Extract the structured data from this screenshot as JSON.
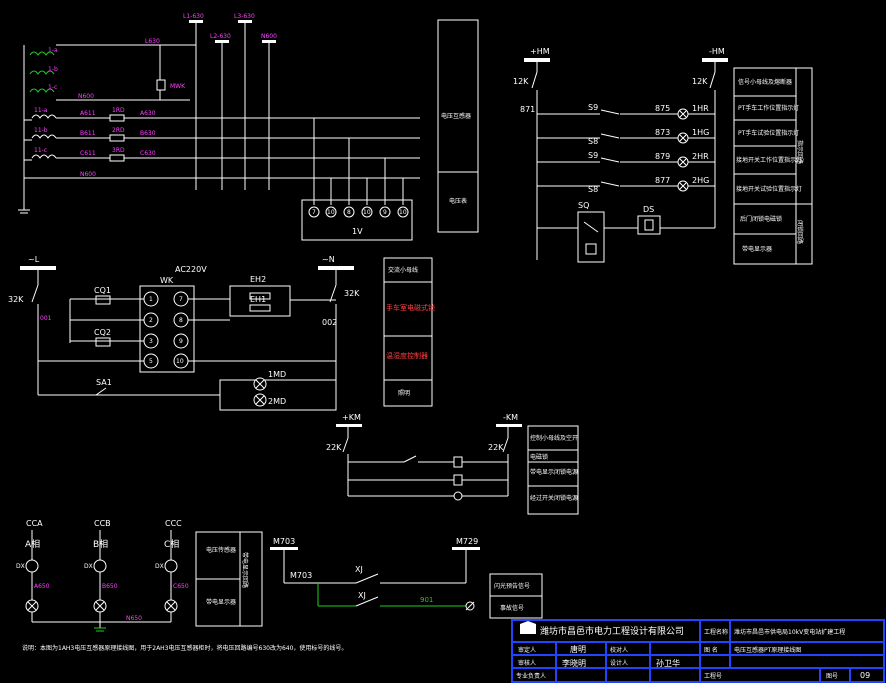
{
  "pt_circuit": {
    "top_labels": [
      "L1-630",
      "L2-630",
      "L3-630",
      "N600"
    ],
    "winding_labels": [
      "1-a",
      "1-b",
      "1-c",
      "11-a",
      "11-b",
      "11-c"
    ],
    "wire_labels": [
      "L630",
      "N600",
      "A611",
      "A630",
      "B611",
      "B630",
      "C611",
      "C630",
      "N600"
    ],
    "fuse_labels": [
      "1RD",
      "2RD",
      "3RD"
    ],
    "relay_label": "MWK",
    "meter_label": "1V",
    "meter_terminals": [
      "7",
      "10",
      "8",
      "10",
      "9",
      "10"
    ],
    "side_box": [
      "电压互感器",
      "电压表"
    ]
  },
  "signal_circuit": {
    "bus_labels": [
      "+HM",
      "-HM"
    ],
    "switch_labels": [
      "12K",
      "12K"
    ],
    "node_labels": [
      "871",
      "875",
      "873",
      "879",
      "877"
    ],
    "contact_labels": [
      "S9",
      "S8",
      "S9",
      "S8",
      "SQ",
      "DS"
    ],
    "lamps": [
      "1HR",
      "1HG",
      "2HR",
      "2HG"
    ],
    "legend": [
      "信号小母线及熔断器",
      "PT手车工作位置指示灯",
      "PT手车试验位置指示灯",
      "接地开关工作位置指示灯",
      "接地开关试验位置指示灯",
      "后门闭锁电磁锁",
      "带电显示器"
    ],
    "legend_side": [
      "指示回路",
      "闭锁回路"
    ]
  },
  "heater_circuit": {
    "bus_labels": [
      "~L",
      "~N"
    ],
    "switch_labels": [
      "32K",
      "32K"
    ],
    "node_labels": [
      "001",
      "002"
    ],
    "supply": "AC220V",
    "terminal_block": "WK",
    "terminals": [
      "1",
      "2",
      "3",
      "5",
      "7",
      "8",
      "9",
      "10"
    ],
    "sensors": [
      "CQ1",
      "CQ2"
    ],
    "heaters": [
      "EH2",
      "EH1"
    ],
    "switch": "SA1",
    "lamps": [
      "1MD",
      "2MD"
    ],
    "legend_title": "交流小母线",
    "legend": [
      "手车室电磁式锁",
      "温湿度控制器",
      "照明"
    ]
  },
  "lock_circuit": {
    "bus_labels": [
      "+KM",
      "-KM"
    ],
    "switch_labels": [
      "22K",
      "22K"
    ],
    "legend": [
      "控制小母线及空开",
      "电磁锁",
      "带电显示闭锁电源",
      "经过开关闭锁电源"
    ]
  },
  "voltage_display": {
    "phases": [
      "A相",
      "B相",
      "C相"
    ],
    "labels": [
      "CCA",
      "CCB",
      "CCC"
    ],
    "dx": [
      "DX",
      "DX",
      "DX"
    ],
    "wires": [
      "A650",
      "B650",
      "C650",
      "N650"
    ],
    "box": [
      "电压传感器",
      "带电显示器"
    ],
    "box_side": "带电显示回路"
  },
  "alarm_circuit": {
    "wires": [
      "M703",
      "M729",
      "M703",
      "901"
    ],
    "contacts": [
      "XJ",
      "XJ"
    ],
    "legend": [
      "闪光预告信号",
      "事故信号"
    ]
  },
  "note": "说明：本图为1AH3电压互感器原理接线图，用于2AH3电压互感器柜时，将电压回路编号630改为640，使用标号的线号。",
  "title_block": {
    "company": "潍坊市昌邑市电力工程设计有限公司",
    "project_label": "工程名称",
    "project_value": "潍坊市昌邑市供电局10kV变电站扩建工程",
    "drawing_label": "图  名",
    "drawing_value": "电压互感器PT原理接线图",
    "rows": [
      "审定人",
      "审核人",
      "校对人",
      "设计人",
      "专业负责人",
      "工程号"
    ],
    "sign_1": "唐明",
    "sign_2": "李晓明",
    "sign_3": "孙卫华",
    "sheet_label": "图号",
    "sheet_no": "09"
  }
}
